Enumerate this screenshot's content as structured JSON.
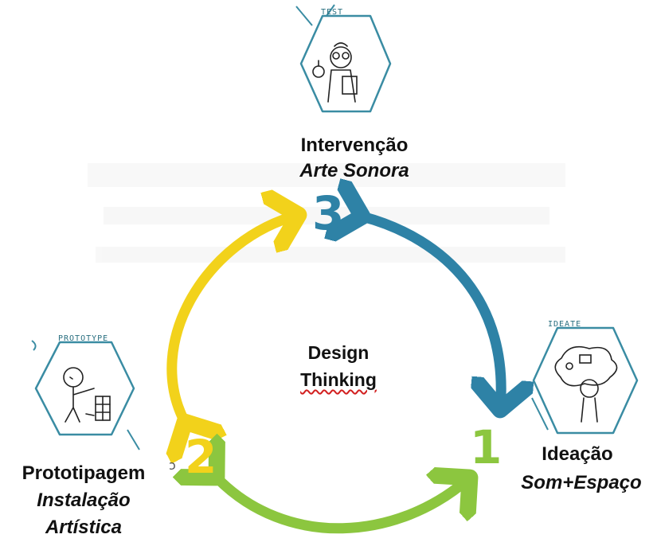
{
  "center": {
    "line1": "Design",
    "line2": "Thinking"
  },
  "stages": {
    "test": {
      "number": "3",
      "hex_label": "TEST",
      "title": "Intervenção",
      "subtitle": "Arte Sonora",
      "color": "#2e82a6"
    },
    "ideate": {
      "number": "1",
      "hex_label": "IDEATE",
      "title": "Ideação",
      "subtitle": "Som+Espaço",
      "color": "#8cc63f"
    },
    "prototype": {
      "number": "2",
      "hex_label": "PROTOTYPE",
      "title": "Prototipagem",
      "subtitle_line1": "Instalação",
      "subtitle_line2": "Artística",
      "color": "#f2d21b"
    }
  },
  "arrows": {
    "blue": "#2e82a6",
    "yellow": "#f2d21b",
    "green": "#8cc63f"
  },
  "icons": [
    "scientist-sketch-icon",
    "thinking-person-sketch-icon",
    "builder-sketch-icon"
  ]
}
